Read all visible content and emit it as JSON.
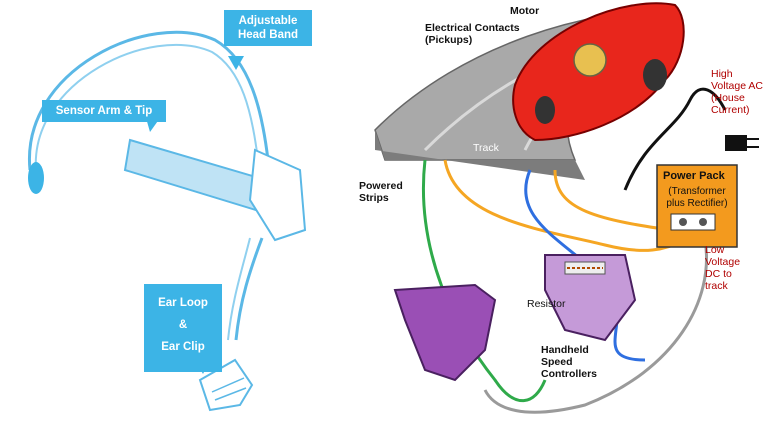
{
  "headset": {
    "callouts": {
      "head_band": "Adjustable Head Band",
      "sensor_arm": "Sensor Arm & Tip",
      "ear_loop": "Ear Loop",
      "amp": "&",
      "ear_clip": "Ear Clip"
    },
    "colors": {
      "callout": "#3cb4e6",
      "outline": "#5bb8e6"
    }
  },
  "slot_car": {
    "labels": {
      "motor": "Motor",
      "contacts": "Electrical Contacts (Pickups)",
      "track": "Track",
      "powered_strips": "Powered Strips",
      "high_voltage": "High Voltage AC (House Current)",
      "power_pack_title": "Power Pack",
      "power_pack_sub": "(Transformer plus Rectifier)",
      "low_voltage": "Low Voltage DC to track",
      "resistor": "Resistor",
      "controllers": "Handheld Speed Controllers"
    },
    "colors": {
      "car": "#e8261c",
      "power_pack": "#f39a1e",
      "wire_green": "#2faa4a",
      "wire_blue": "#2f6fe0",
      "wire_orange": "#f5a623",
      "wire_gray": "#9a9a9a",
      "controller": "#9a4fb5",
      "high_voltage_text": "#b00000"
    }
  }
}
